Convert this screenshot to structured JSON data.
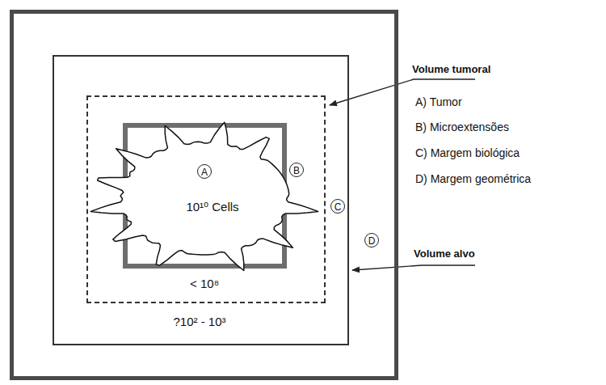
{
  "diagram": {
    "nodes": [
      {
        "text": [
          "D"
        ]
      },
      {
        "text": [
          "C",
          "?10² - 10³"
        ],
        "in": 0
      },
      {
        "text": [
          "B",
          "< 10⁸"
        ],
        "in": 1
      },
      {
        "text": [
          "A",
          "10¹⁰ Cells"
        ],
        "in": 2
      }
    ],
    "labels": [
      "Volume tumoral",
      "A) Tumor",
      "B) Microextensões",
      "C) Margem biológica",
      "D) Margem geométrica",
      "Volume alvo"
    ]
  }
}
